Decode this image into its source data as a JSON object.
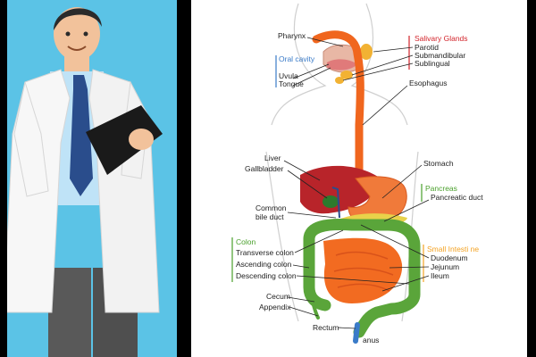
{
  "colors": {
    "background": "#5bc3e6",
    "digestive_tract": "#f0661e",
    "liver": "#b8242a",
    "gallbladder": "#2d7a2d",
    "pancreas": "#e8d24a",
    "large_intestine": "#5aa53a",
    "small_intestine": "#f26b21",
    "salivary_glands": "#f2b233",
    "label_group_red": "#d2232a",
    "label_group_green": "#4aa02c",
    "label_group_orange": "#f3a325",
    "label_group_blue": "#3a7bc8"
  },
  "illustration": {
    "subject": "doctor",
    "icons": [
      "doctor-figure",
      "clipboard-icon",
      "digestive-system-diagram"
    ]
  },
  "diagram": {
    "labels": {
      "pharynx": "Pharynx",
      "oral_cavity": "Oral cavity",
      "uvula": "Uvula",
      "tongue": "Tongue",
      "salivary_glands": "Salivary Glands",
      "parotid": "Parotid",
      "submandibular": "Submandibular",
      "sublingual": "Sublingual",
      "esophagus": "Esophagus",
      "liver": "Liver",
      "gallbladder": "Gallbladder",
      "stomach": "Stomach",
      "common_bile_duct_1": "Common",
      "common_bile_duct_2": "bile duct",
      "pancreas": "Pancreas",
      "pancreatic_duct": "Pancreatic duct",
      "colon": "Colon",
      "transverse_colon": "Transverse colon",
      "ascending_colon": "Ascending colon",
      "descending_colon": "Descending colon",
      "small_intestine": "Small Intesti ne",
      "duodenum": "Duodenum",
      "jejunum": "Jejunum",
      "ileum": "Ileum",
      "cecum": "Cecum",
      "appendix": "Appendix",
      "rectum": "Rectum",
      "anus": "anus"
    }
  }
}
